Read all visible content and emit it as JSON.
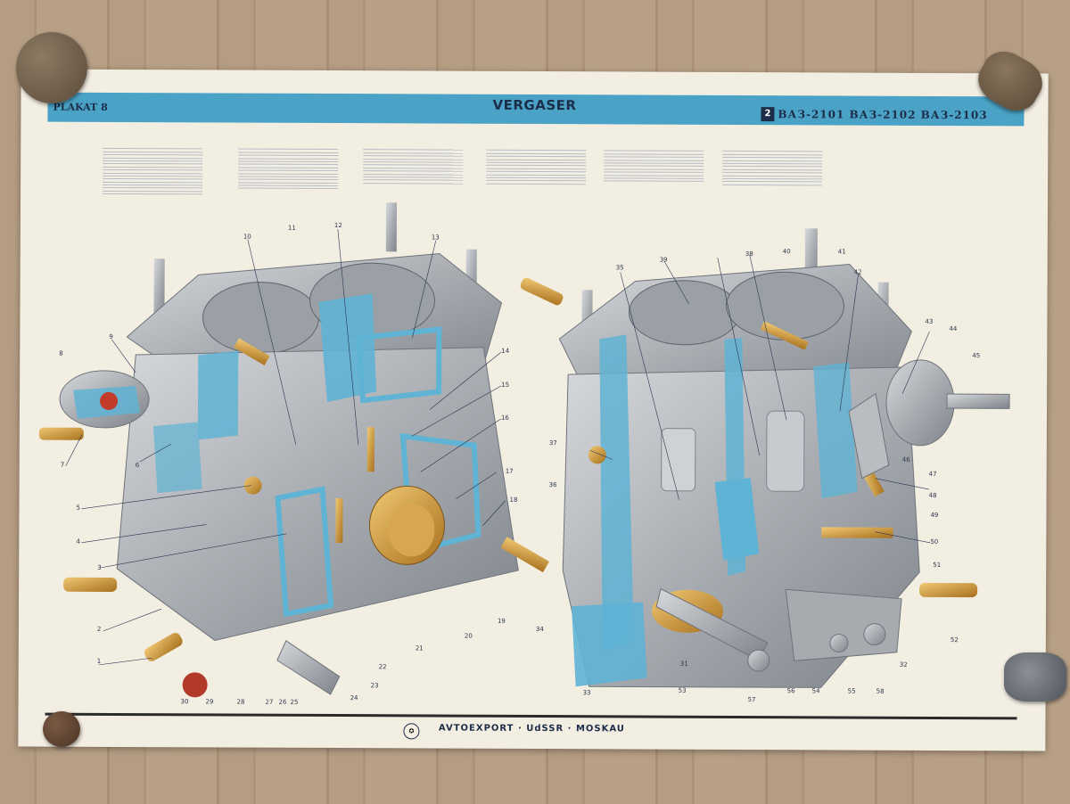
{
  "poster": {
    "title": "VERGASER",
    "plakat_label": "PLAKAT 8",
    "model_number": "2",
    "model_names": "ВАЗ-2101 ВАЗ-2102 ВАЗ-2103",
    "footer_text": "AVTOEXPORT · UdSSR · MOSKAU"
  },
  "left_view": {
    "callouts": [
      "1",
      "2",
      "3",
      "4",
      "5",
      "6",
      "7",
      "8",
      "9",
      "10",
      "11",
      "12",
      "13",
      "14",
      "15",
      "16",
      "17",
      "18",
      "19",
      "20",
      "21",
      "22",
      "23",
      "24",
      "25",
      "26",
      "27",
      "28",
      "29",
      "30"
    ]
  },
  "right_view": {
    "callouts": [
      "31",
      "32",
      "33",
      "34",
      "35",
      "36",
      "37",
      "38",
      "39",
      "40",
      "41",
      "42",
      "43",
      "44",
      "45",
      "46",
      "47",
      "48",
      "49",
      "50",
      "51",
      "52",
      "53",
      "54",
      "55",
      "56",
      "57",
      "58"
    ]
  },
  "colors": {
    "band": "#4aa3c6",
    "section_blue": "#5fb3d4",
    "brass": "#c9953a",
    "metal": "#b9bcc0",
    "ink": "#1c2d4a"
  }
}
